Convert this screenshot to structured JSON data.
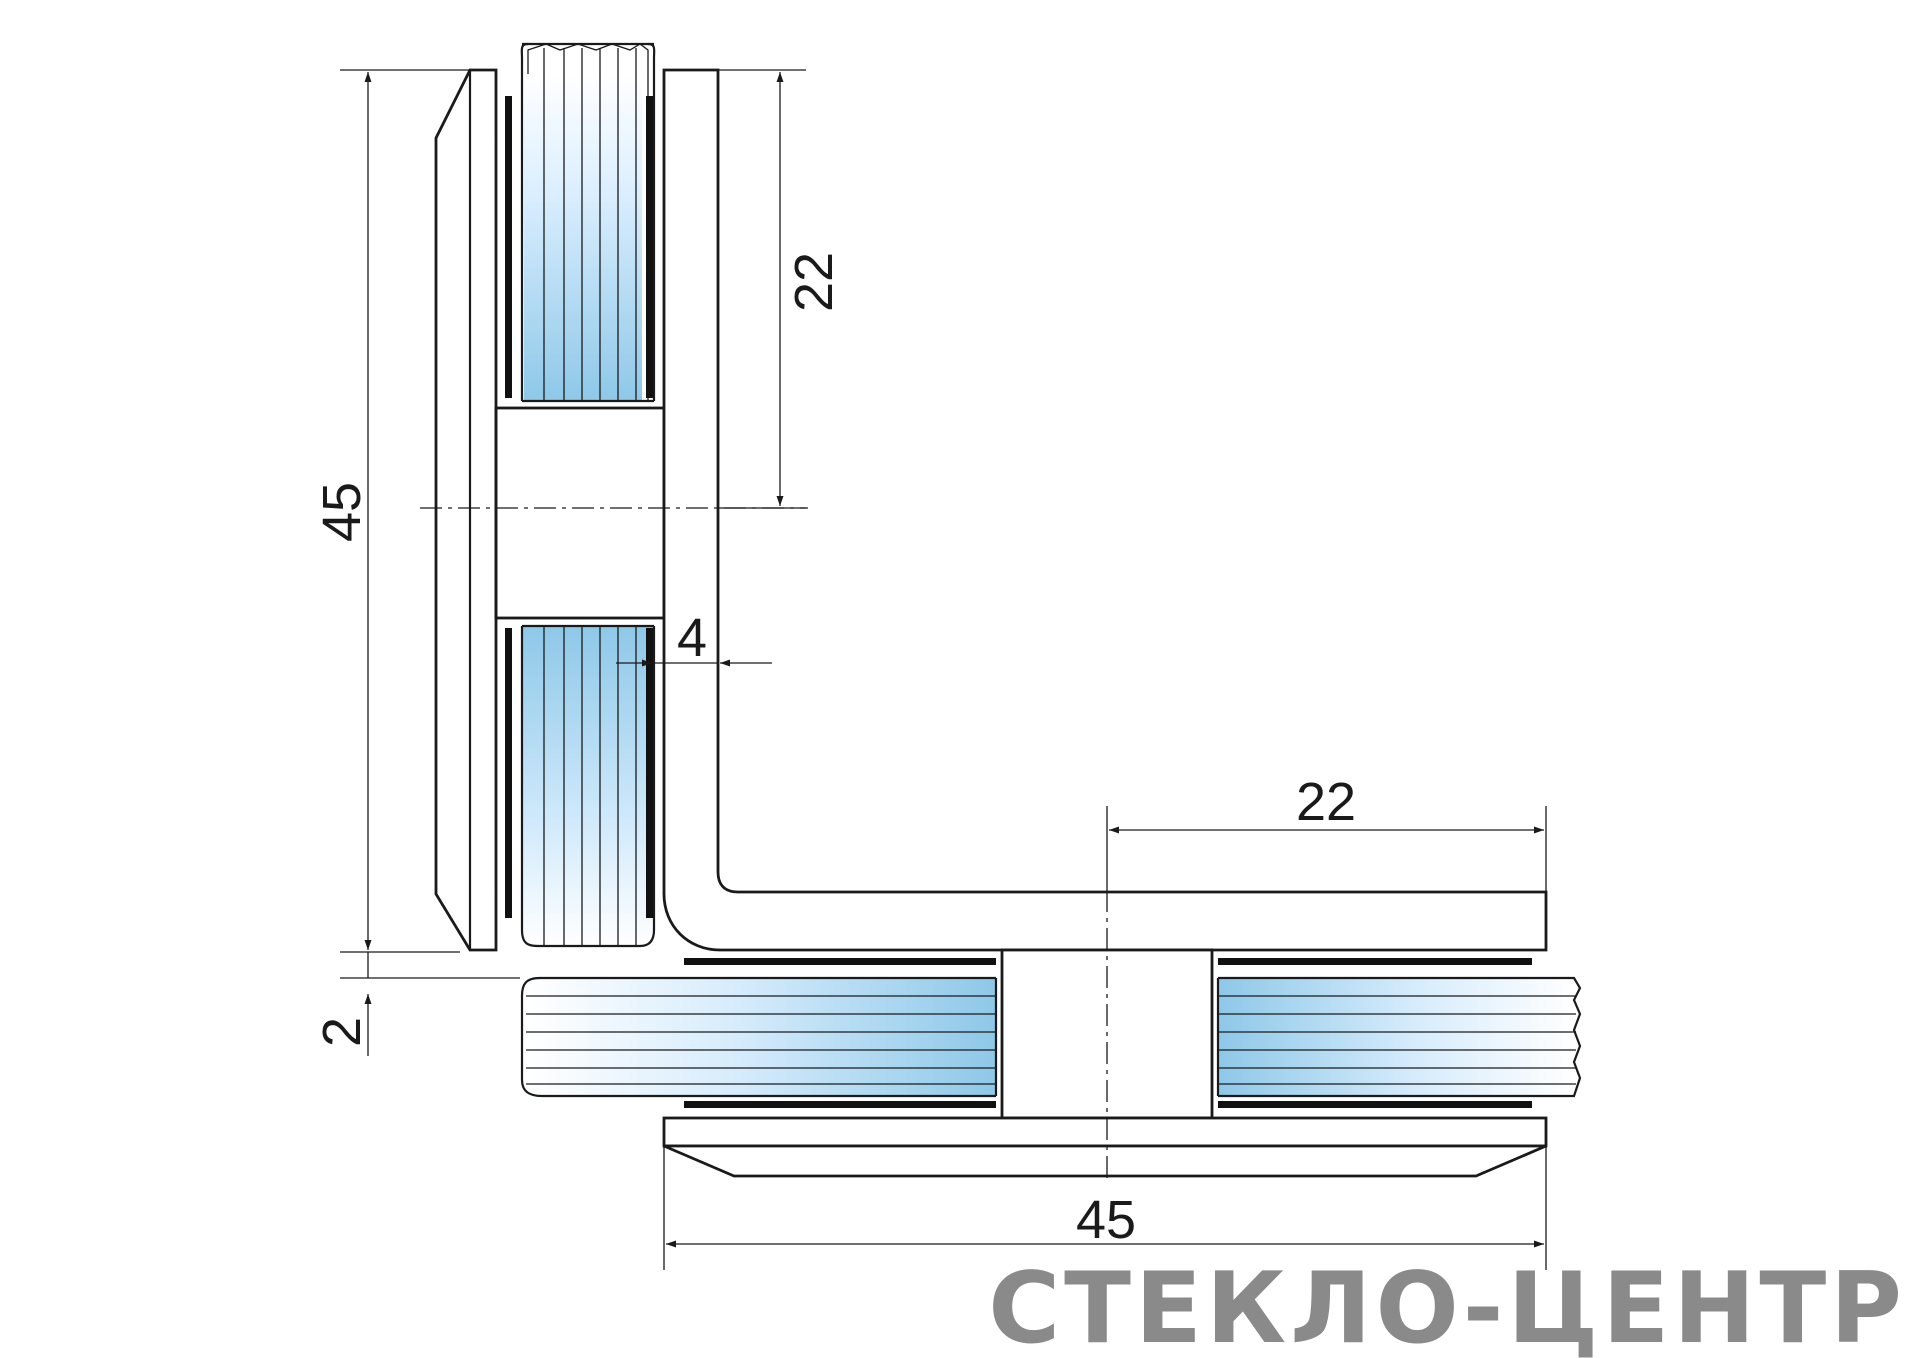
{
  "drawing": {
    "dimensions": {
      "overall_vertical": "45",
      "upper_leg_half": "22",
      "plate_gap": "4",
      "right_leg_half": "22",
      "glass_offset": "2",
      "overall_horizontal": "45"
    },
    "brand_watermark": "СТЕКЛО-ЦЕНТР"
  },
  "colors": {
    "glass_blue": "#8ec8e8",
    "line": "#1a1a1a",
    "watermark": "#8a8a8a"
  }
}
